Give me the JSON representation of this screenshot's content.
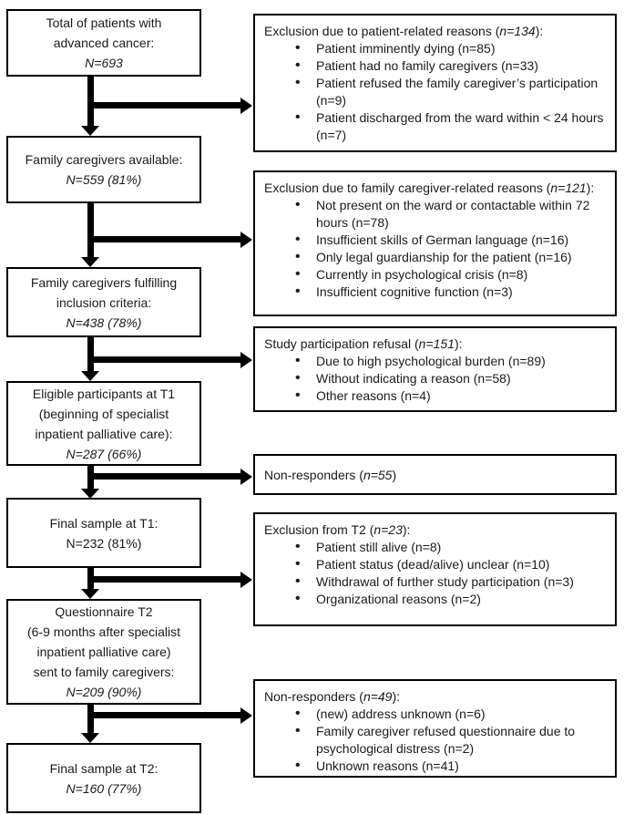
{
  "colors": {
    "box_border": "#000000",
    "text": "#1b1b1b",
    "background": "#ffffff"
  },
  "diagram": {
    "left_boxes": [
      {
        "lines": [
          "Total of patients with",
          "advanced cancer:"
        ],
        "stat": "N=693"
      },
      {
        "lines": [
          "Family caregivers available:"
        ],
        "stat": "N=559 (81%)"
      },
      {
        "lines": [
          "Family caregivers fulfilling",
          "inclusion criteria:"
        ],
        "stat": "N=438 (78%)"
      },
      {
        "lines": [
          "Eligible participants at T1",
          "(beginning of specialist",
          "inpatient palliative care):"
        ],
        "stat": "N=287 (66%)"
      },
      {
        "lines": [
          "Final sample at T1:"
        ],
        "stat": "N=232 (81%)"
      },
      {
        "lines": [
          "Questionnaire T2",
          "(6-9 months after specialist",
          "inpatient palliative care)",
          "sent to family caregivers:"
        ],
        "stat": "N=209 (90%)"
      },
      {
        "lines": [
          "Final sample at T2:"
        ],
        "stat": "N=160 (77%)"
      }
    ],
    "right_boxes": [
      {
        "title_pre": "Exclusion due to patient-related reasons (",
        "title_n": "n=134",
        "title_post": "):",
        "bullets": [
          "Patient imminently dying (n=85)",
          "Patient had no family caregivers (n=33)",
          "Patient refused the family caregiver’s participation (n=9)",
          "Patient discharged from the ward within < 24 hours (n=7)"
        ]
      },
      {
        "title_pre": "Exclusion due to family caregiver-related reasons (",
        "title_n": "n=121",
        "title_post": "):",
        "bullets": [
          "Not present on the ward or contactable within 72 hours (n=78)",
          "Insufficient skills of German language (n=16)",
          "Only legal guardianship for the patient (n=16)",
          "Currently in psychological crisis (n=8)",
          "Insufficient cognitive function (n=3)"
        ]
      },
      {
        "title_pre": "Study participation refusal (",
        "title_n": "n=151",
        "title_post": "):",
        "bullets": [
          "Due to high psychological burden (n=89)",
          "Without indicating a reason (n=58)",
          "Other reasons (n=4)"
        ]
      },
      {
        "title_pre": "Non-responders (",
        "title_n": "n=55",
        "title_post": ")",
        "bullets": []
      },
      {
        "title_pre": "Exclusion from T2 (",
        "title_n": "n=23",
        "title_post": "):",
        "bullets": [
          "Patient still alive (n=8)",
          "Patient status (dead/alive) unclear (n=10)",
          "Withdrawal of further study participation (n=3)",
          "Organizational reasons (n=2)"
        ]
      },
      {
        "title_pre": "Non-responders (",
        "title_n": "n=49",
        "title_post": "):",
        "bullets": [
          "(new) address unknown (n=6)",
          "Family caregiver refused questionnaire due to psychological distress (n=2)",
          "Unknown reasons (n=41)"
        ]
      }
    ]
  }
}
